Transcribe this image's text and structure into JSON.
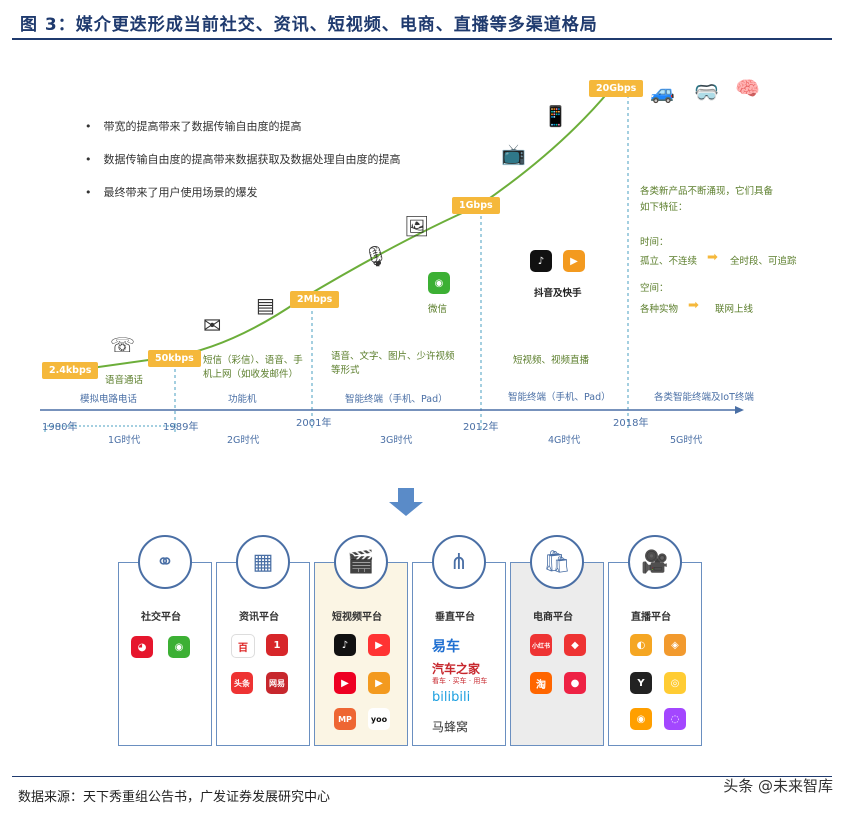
{
  "title": "图 3：媒介更迭形成当前社交、资讯、短视频、电商、直播等多渠道格局",
  "bullets": [
    "带宽的提高带来了数据传输自由度的提高",
    "数据传输自由度的提高带来数据获取及数据处理自由度的提高",
    "最终带来了用户使用场景的爆发"
  ],
  "speeds": [
    "2.4kbps",
    "50kbps",
    "2Mbps",
    "1Gbps",
    "20Gbps"
  ],
  "years": [
    "1980年",
    "1989年",
    "2001年",
    "2012年",
    "2018年"
  ],
  "eras": [
    "1G时代",
    "2G时代",
    "3G时代",
    "4G时代",
    "5G时代"
  ],
  "terminals": [
    "模拟电路电话",
    "功能机",
    "智能终端（手机、Pad）",
    "智能终端（手机、Pad）",
    "各类智能终端及IoT终端"
  ],
  "features": {
    "g1": "语音通话",
    "g2": "短信（彩信）、语音、手机上网（如收发邮件）",
    "g3": "语音、文字、图片、少许视频等形式",
    "g4": "短视频、视频直播",
    "g3_app": "微信",
    "g4_app": "抖音及快手",
    "g5_intro": "各类新产品不断涌现，它们具备如下特征：",
    "g5_time": "时间：",
    "g5_time_from": "孤立、不连续",
    "g5_time_to": "全时段、可追踪",
    "g5_space": "空间：",
    "g5_space_from": "各种实物",
    "g5_space_to": "联网上线"
  },
  "platforms": [
    "社交平台",
    "资讯平台",
    "短视频平台",
    "垂直平台",
    "电商平台",
    "直播平台"
  ],
  "vertical_brands": [
    "易车",
    "汽车之家",
    "bilibili",
    "马蜂窝"
  ],
  "vertical_sub": "看车 · 买车 · 用车",
  "app_labels": {
    "toutiao": "头条",
    "wangyi": "网易",
    "baidu": "百",
    "mp": "MP",
    "yoo": "yoo",
    "xhs": "小红书",
    "taobao": "淘"
  },
  "source": "数据来源：天下秀重组公告书，广发证券发展研究中心",
  "watermark": "头条 @未来智库",
  "icons": [
    "phone-icon",
    "mail-icon",
    "document-icon",
    "mic-icon",
    "image-icon",
    "tv-icon",
    "mobile-icon",
    "car-icon",
    "vr-icon",
    "ai-icon"
  ],
  "colors": {
    "accent": "#f5b83b",
    "line": "#6cae3a",
    "navy": "#1f3a6e",
    "blue": "#4a6fa5"
  }
}
